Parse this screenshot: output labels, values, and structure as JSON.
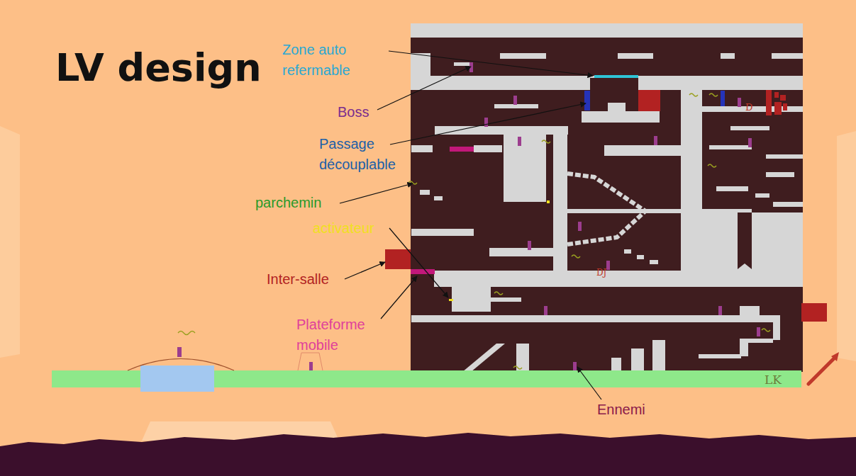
{
  "diagram": {
    "title": "LV design",
    "labels": [
      "Zone auto refermable",
      "Boss",
      "Passage découplable",
      "parchemin",
      "activateur",
      "Inter-salle",
      "Plateforme mobile",
      "Ennemi",
      "D",
      "DJ",
      "LK"
    ]
  }
}
